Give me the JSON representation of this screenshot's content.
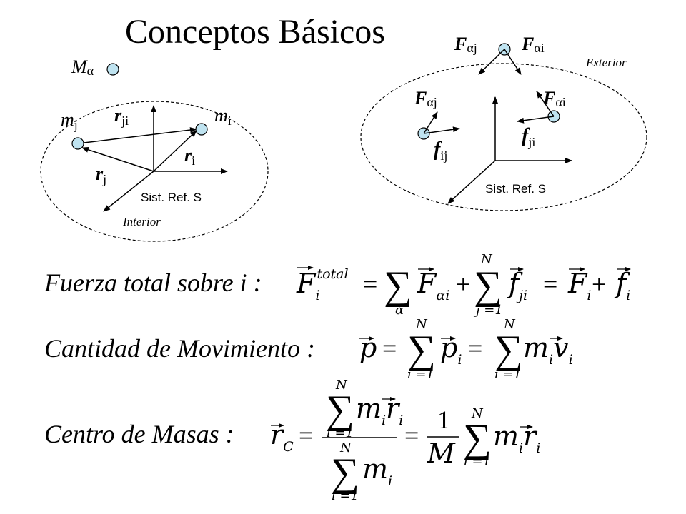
{
  "title": "Conceptos Básicos",
  "left": {
    "m_alpha": "M",
    "alpha": "α",
    "m_j": "m",
    "j": "j",
    "m_i": "m",
    "i": "i",
    "r_ji": "r",
    "ji": "ji",
    "r_i": "r",
    "r_j": "r",
    "ref": "Sist. Ref. S",
    "region": "Interior"
  },
  "right": {
    "F": "F",
    "alpha": "α",
    "j": "j",
    "i": "i",
    "f": "f",
    "ij": "ij",
    "ji": "ji",
    "ref": "Sist. Ref. S",
    "region": "Exterior"
  },
  "eq1": {
    "label": "Fuerza total sobre i :",
    "F": "F",
    "total": "total",
    "i": "i",
    "eq": "=",
    "plus": "+",
    "sum": "∑",
    "alpha": "α",
    "N": "N",
    "jeq1": "j =1",
    "f": "f",
    "ji": "ji"
  },
  "eq2": {
    "label": "Cantidad de Movimiento :",
    "p": "p",
    "eq": "=",
    "sum": "∑",
    "N": "N",
    "ieq1": "i =1",
    "m": "m",
    "v": "v",
    "i": "i"
  },
  "eq3": {
    "label": "Centro de Masas :",
    "r": "r",
    "C": "C",
    "eq": "=",
    "sum": "∑",
    "N": "N",
    "ieq1": "i =1",
    "m": "m",
    "i": "i",
    "one": "1",
    "M": "M"
  }
}
